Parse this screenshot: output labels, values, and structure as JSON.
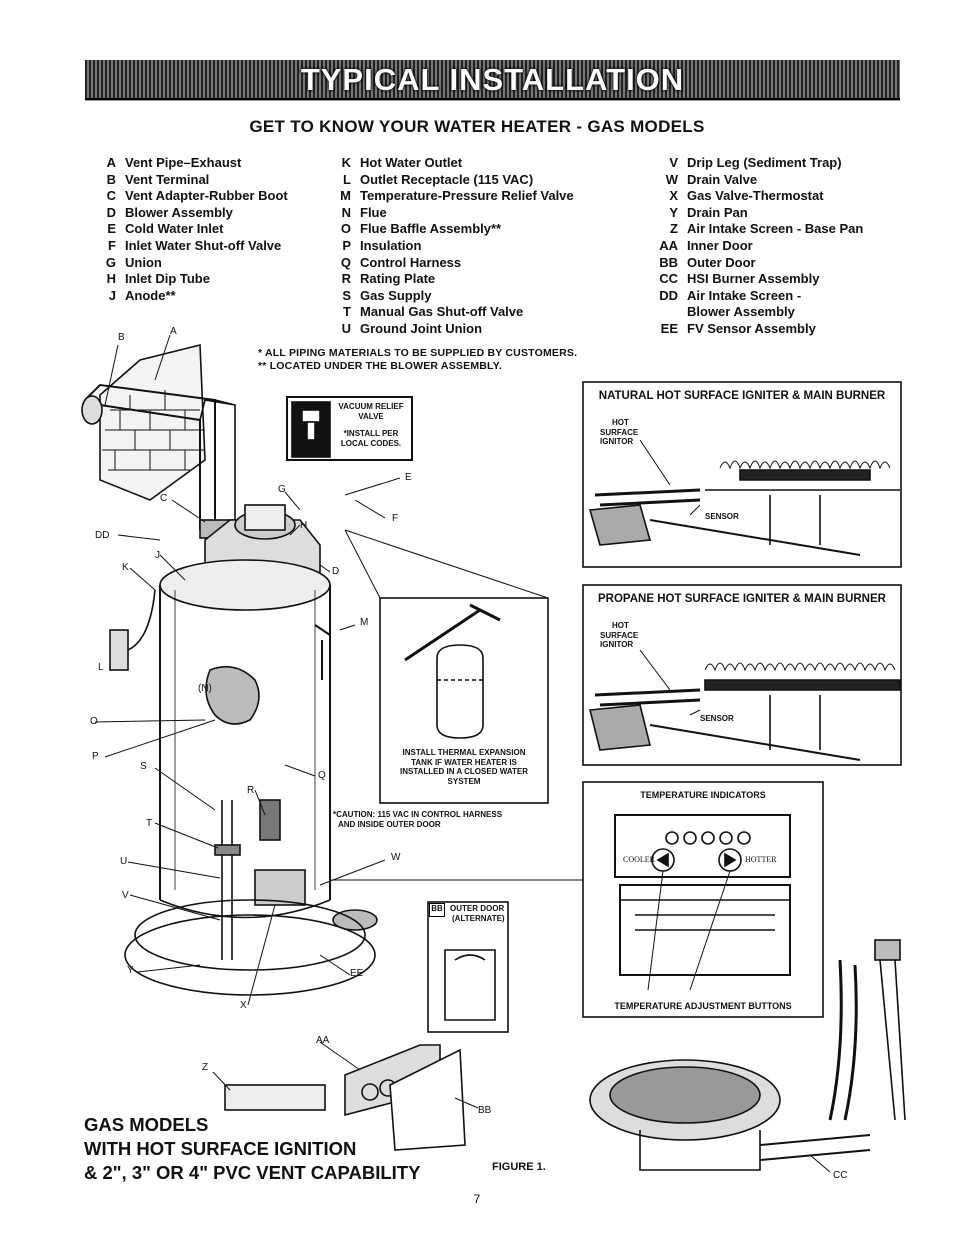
{
  "header": {
    "banner_title": "TYPICAL INSTALLATION",
    "subtitle": "GET TO KNOW YOUR WATER HEATER - GAS MODELS"
  },
  "legend": {
    "col1": [
      {
        "code": "A",
        "label": "Vent Pipe–Exhaust"
      },
      {
        "code": "B",
        "label": "Vent Terminal"
      },
      {
        "code": "C",
        "label": "Vent Adapter-Rubber Boot"
      },
      {
        "code": "D",
        "label": "Blower Assembly"
      },
      {
        "code": "E",
        "label": "Cold Water Inlet"
      },
      {
        "code": "F",
        "label": "Inlet Water Shut-off Valve"
      },
      {
        "code": "G",
        "label": "Union"
      },
      {
        "code": "H",
        "label": "Inlet Dip Tube"
      },
      {
        "code": "J",
        "label": "Anode**"
      }
    ],
    "col2": [
      {
        "code": "K",
        "label": "Hot Water Outlet"
      },
      {
        "code": "L",
        "label": "Outlet Receptacle (115 VAC)"
      },
      {
        "code": "M",
        "label": "Temperature-Pressure Relief Valve"
      },
      {
        "code": "N",
        "label": "Flue"
      },
      {
        "code": "O",
        "label": "Flue Baffle Assembly**"
      },
      {
        "code": "P",
        "label": "Insulation"
      },
      {
        "code": "Q",
        "label": "Control Harness"
      },
      {
        "code": "R",
        "label": "Rating Plate"
      },
      {
        "code": "S",
        "label": "Gas Supply"
      },
      {
        "code": "T",
        "label": "Manual Gas Shut-off Valve"
      },
      {
        "code": "U",
        "label": "Ground Joint Union"
      }
    ],
    "col3": [
      {
        "code": "V",
        "label": "Drip Leg (Sediment Trap)"
      },
      {
        "code": "W",
        "label": "Drain Valve"
      },
      {
        "code": "X",
        "label": "Gas Valve-Thermostat"
      },
      {
        "code": "Y",
        "label": "Drain Pan"
      },
      {
        "code": "Z",
        "label": "Air Intake Screen - Base Pan"
      },
      {
        "code": "AA",
        "label": "Inner Door"
      },
      {
        "code": "BB",
        "label": "Outer Door"
      },
      {
        "code": "CC",
        "label": "HSI Burner Assembly"
      },
      {
        "code": "DD",
        "label": "Air Intake Screen -"
      },
      {
        "code": "",
        "label": "Blower Assembly"
      },
      {
        "code": "EE",
        "label": "FV Sensor Assembly"
      }
    ]
  },
  "notes": {
    "note1": "*  ALL PIPING MATERIALS TO BE SUPPLIED BY CUSTOMERS.",
    "note2": "** LOCATED UNDER THE BLOWER ASSEMBLY."
  },
  "diagram": {
    "callouts": {
      "A": "A",
      "B": "B",
      "C": "C",
      "DD": "DD",
      "J": "J",
      "K": "K",
      "L": "L",
      "G": "G",
      "E": "E",
      "F": "F",
      "H": "H",
      "D": "D",
      "M": "M",
      "N": "(N)",
      "O": "O",
      "P": "P",
      "Q": "Q",
      "S": "S",
      "R": "R",
      "T": "T",
      "U": "U",
      "V": "V",
      "W": "W",
      "Y": "Y",
      "EE": "EE",
      "X": "X",
      "AA": "AA",
      "Z": "Z",
      "BB": "BB",
      "CC": "CC"
    },
    "vacuum_relief": {
      "line1": "VACUUM RELIEF",
      "line2": "VALVE",
      "line3": "*INSTALL PER",
      "line4": "LOCAL CODES."
    },
    "expansion_tank": {
      "line1": "INSTALL THERMAL EXPANSION",
      "line2": "TANK IF WATER HEATER IS",
      "line3": "INSTALLED IN A CLOSED WATER",
      "line4": "SYSTEM"
    },
    "caution": {
      "line1": "*CAUTION:  115 VAC IN CONTROL HARNESS",
      "line2": "AND INSIDE OUTER DOOR"
    },
    "outer_door": {
      "code": "BB",
      "line1": "OUTER DOOR",
      "line2": "(ALTERNATE)"
    }
  },
  "natural_box": {
    "title": "NATURAL HOT SURFACE IGNITER & MAIN BURNER",
    "hot": "HOT",
    "surface": "SURFACE",
    "ignitor": "IGNITOR",
    "sensor": "SENSOR"
  },
  "propane_box": {
    "title": "PROPANE HOT SURFACE IGNITER & MAIN BURNER",
    "hot": "HOT",
    "surface": "SURFACE",
    "ignitor": "IGNITOR",
    "sensor": "SENSOR"
  },
  "temperature_box": {
    "title": "TEMPERATURE INDICATORS",
    "cooler": "COOLER",
    "hotter": "HOTTER",
    "footer": "TEMPERATURE ADJUSTMENT BUTTONS"
  },
  "footer": {
    "line1": "GAS MODELS",
    "line2": "WITH HOT SURFACE IGNITION",
    "line3": "& 2\", 3\" OR 4\" PVC VENT CAPABILITY",
    "figure_label": "FIGURE 1.",
    "page_number": "7"
  }
}
